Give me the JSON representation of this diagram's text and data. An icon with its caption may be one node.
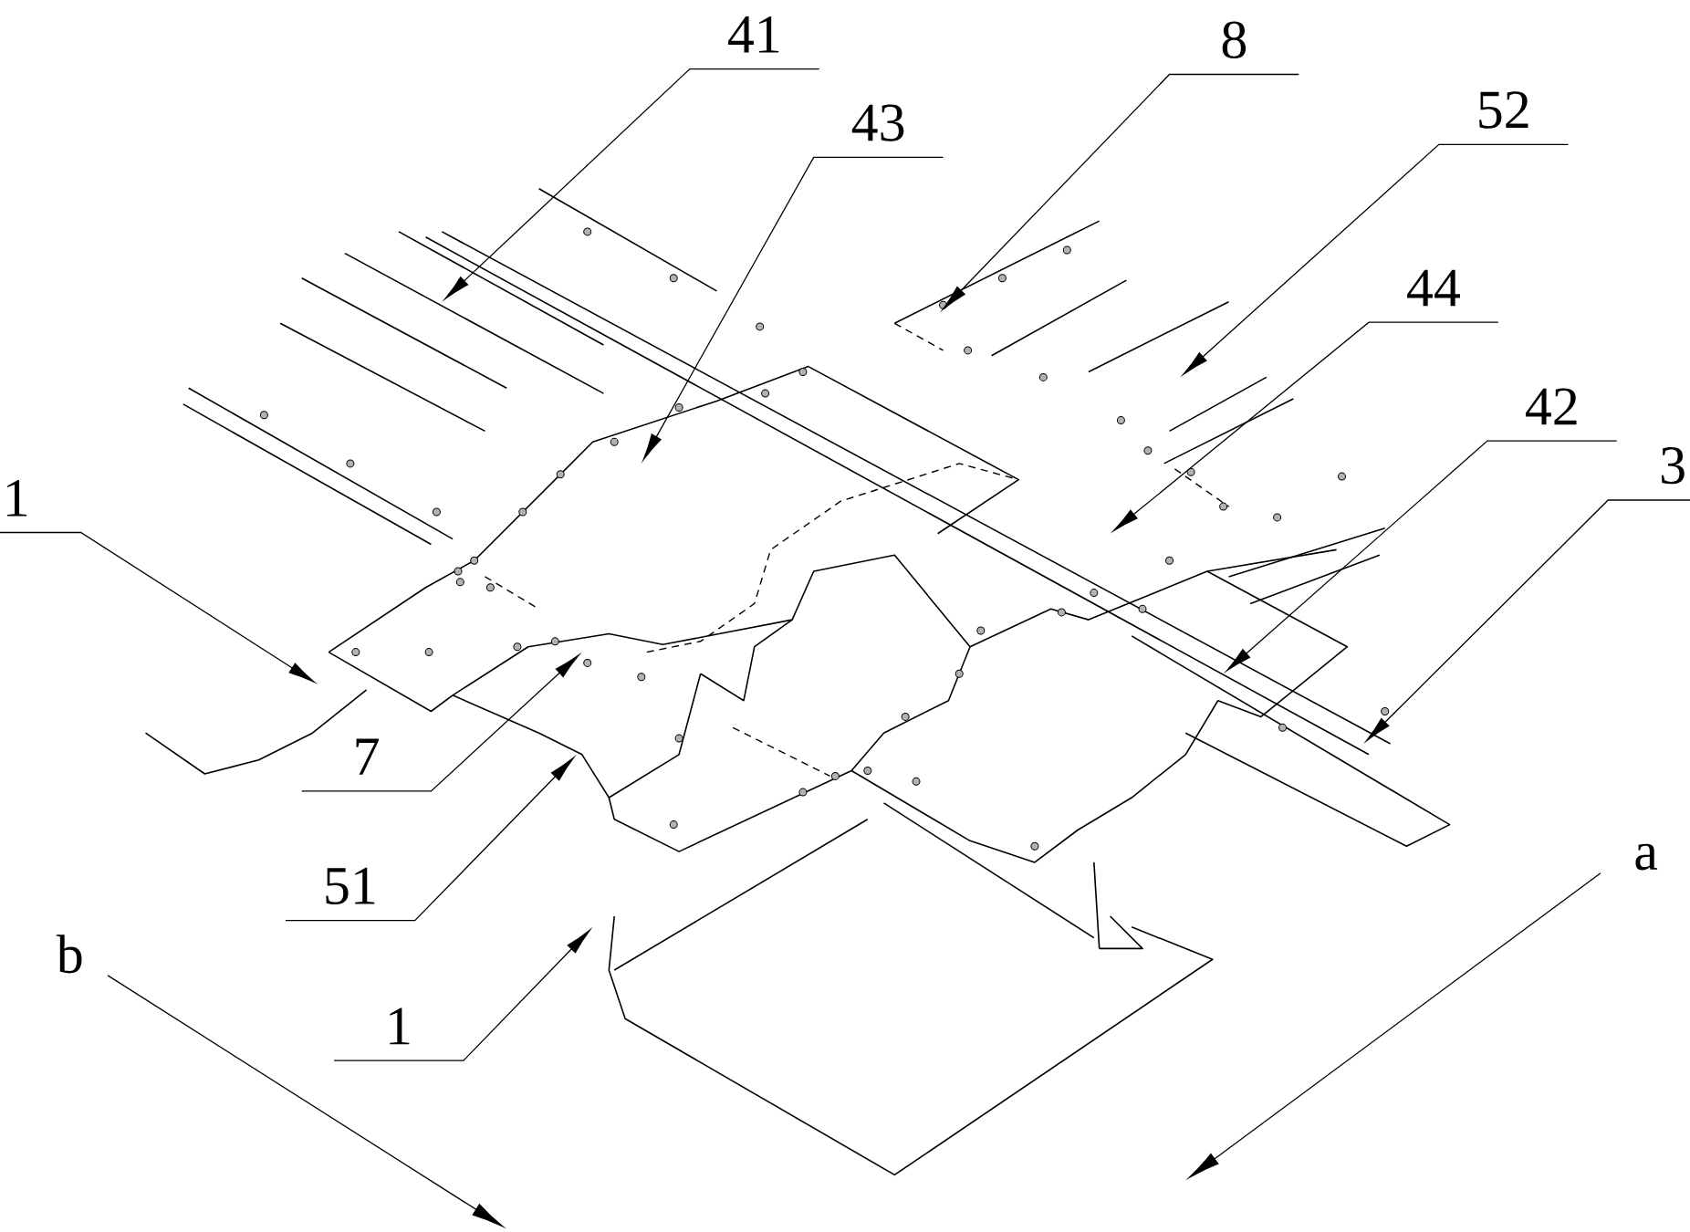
{
  "diagram": {
    "nodes": [
      {
        "text": [
          "41"
        ]
      },
      {
        "text": [
          "8"
        ]
      },
      {
        "text": [
          "52"
        ]
      },
      {
        "text": [
          "43"
        ]
      },
      {
        "text": [
          "44"
        ]
      },
      {
        "text": [
          "42"
        ]
      },
      {
        "text": [
          "3"
        ]
      },
      {
        "text": [
          "1"
        ]
      },
      {
        "text": [
          "7"
        ]
      },
      {
        "text": [
          "51"
        ]
      },
      {
        "text": [
          "1"
        ]
      }
    ],
    "edges": [
      {
        "from": 0,
        "to": null,
        "arrow": "to"
      },
      {
        "from": 1,
        "to": null,
        "arrow": "to"
      },
      {
        "from": 2,
        "to": null,
        "arrow": "to"
      },
      {
        "from": 3,
        "to": null,
        "arrow": "to"
      },
      {
        "from": 4,
        "to": null,
        "arrow": "to"
      },
      {
        "from": 5,
        "to": null,
        "arrow": "to"
      },
      {
        "from": 6,
        "to": null,
        "arrow": "to"
      },
      {
        "from": 7,
        "to": null,
        "arrow": "to"
      },
      {
        "from": 8,
        "to": null,
        "arrow": "to"
      },
      {
        "from": 9,
        "to": null,
        "arrow": "to"
      },
      {
        "from": 10,
        "to": null,
        "arrow": "to"
      }
    ],
    "labels": [
      "a",
      "b"
    ]
  }
}
